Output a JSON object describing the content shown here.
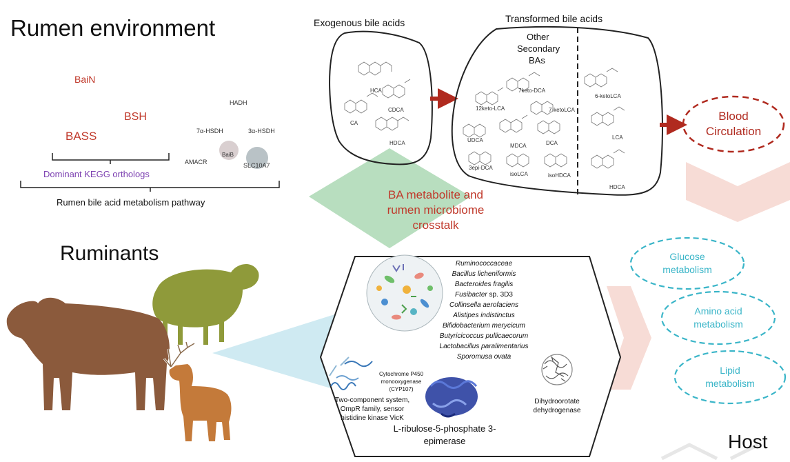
{
  "left": {
    "rumen_title": "Rumen environment",
    "genes_red": [
      "BaiN",
      "BSH",
      "BASS"
    ],
    "genes_small": [
      "HADH",
      "7α-HSDH",
      "3α-HSDH",
      "AMACR",
      "BaiB",
      "SLC10A7"
    ],
    "kegg_label": "Dominant KEGG orthologs",
    "pathway_label": "Rumen bile acid metabolism pathway",
    "ruminants_title": "Ruminants"
  },
  "top": {
    "exogenous_title": "Exogenous bile acids",
    "exogenous_acids": [
      "HCA",
      "CA",
      "CDCA",
      "HDCA"
    ],
    "transformed_title": "Transformed bile acids",
    "other_secondary": [
      "Other",
      "Secondary",
      "BAs"
    ],
    "transformed_left_acids": [
      "7keto-DCA",
      "12keto-LCA",
      "7-ketoLCA",
      "UDCA",
      "MDCA",
      "DCA",
      "3epi-DCA",
      "isoLCA",
      "isoHDCA"
    ],
    "transformed_right_acids": [
      "6-ketoLCA",
      "LCA",
      "HDCA"
    ],
    "blood": [
      "Blood",
      "Circulation"
    ]
  },
  "crosstalk": [
    "BA metabolite and",
    "rumen microbiome",
    "crosstalk"
  ],
  "microbes": {
    "taxa": [
      {
        "name": "Ruminococcaceae",
        "suffix": ""
      },
      {
        "name": "Bacillus licheniformis",
        "suffix": ""
      },
      {
        "name": "Bacteroides fragilis",
        "suffix": ""
      },
      {
        "name": "Fusibacter",
        "suffix": " sp. 3D3"
      },
      {
        "name": "Collinsella aerofaciens",
        "suffix": ""
      },
      {
        "name": "Alistipes indistinctus",
        "suffix": ""
      },
      {
        "name": "Bifidobacterium merycicum",
        "suffix": ""
      },
      {
        "name": "Butyricicoccus pullicaecorum",
        "suffix": ""
      },
      {
        "name": "Lactobacillus paralimentarius",
        "suffix": ""
      },
      {
        "name": "Sporomusa ovata",
        "suffix": ""
      }
    ],
    "cyp": [
      "Cytochrome P450",
      "monooxygenase",
      "(CYP107)"
    ],
    "two_component": [
      "Two-component system,",
      "OmpR family, sensor",
      "histidine kinase VicK"
    ],
    "dihydro": [
      "Dihydroorotate",
      "dehydrogenase"
    ],
    "epimerase": [
      "L-ribulose-5-phosphate 3-",
      "epimerase"
    ]
  },
  "host": {
    "outcomes": [
      [
        "Glucose",
        "metabolism"
      ],
      [
        "Amino acid",
        "metabolism"
      ],
      [
        "Lipid",
        "metabolism"
      ]
    ],
    "host_label": "Host"
  },
  "colors": {
    "red_text": "#c0392b",
    "arrow_red": "#b02a1f",
    "purple": "#7b3fb0",
    "teal": "#3ab5c8",
    "green_diamond": "#7ec28a",
    "pink_chevron": "#f5d3cc",
    "cow": "#8b5a3c",
    "sheep": "#8f9a3a",
    "deer": "#c47a3a"
  }
}
